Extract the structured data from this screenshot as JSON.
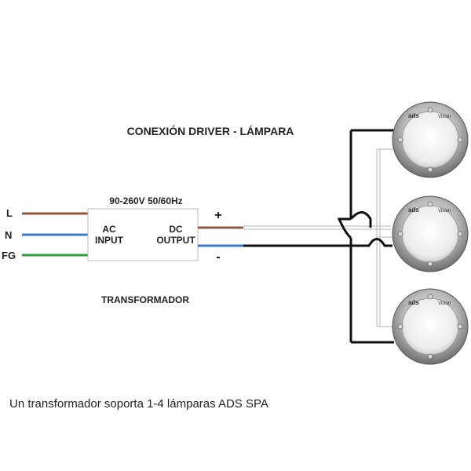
{
  "title": "CONEXIÓN DRIVER - LÁMPARA",
  "input_spec": "90-260V 50/60Hz",
  "transformer": {
    "ac_line1": "AC",
    "ac_line2": "INPUT",
    "dc_line1": "DC",
    "dc_line2": "OUTPUT",
    "label": "TRANSFORMADOR"
  },
  "input_wires": [
    {
      "label": "L",
      "color": "#8B5A3C"
    },
    {
      "label": "N",
      "color": "#3A7BC8"
    },
    {
      "label": "FG",
      "color": "#2E9E3E"
    }
  ],
  "output_signs": {
    "plus": "+",
    "minus": "-"
  },
  "lamps": [
    {
      "brand": "ads",
      "model": "Vision"
    },
    {
      "brand": "ads",
      "model": "Vision"
    },
    {
      "brand": "ads",
      "model": "Vision"
    }
  ],
  "caption": "Un transformador soporta 1-4 lámparas ADS SPA",
  "colors": {
    "brown": "#8B5A3C",
    "blue": "#3A7BC8",
    "green": "#2E9E3E",
    "black": "#111111"
  }
}
